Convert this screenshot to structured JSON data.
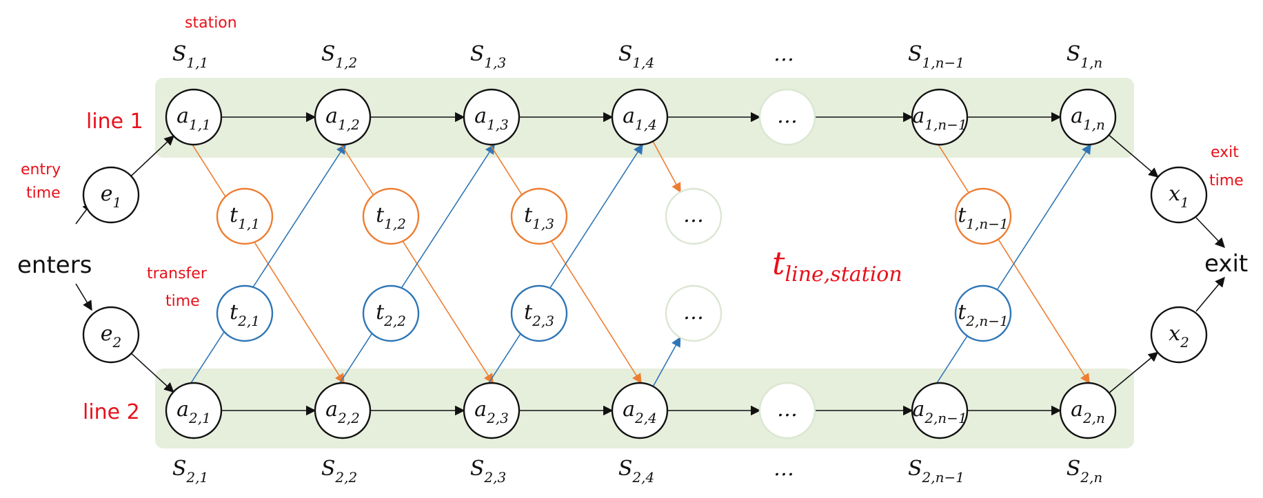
{
  "annotations": {
    "station": "station",
    "line1": "line 1",
    "line2": "line 2",
    "entry_time_1": "entry",
    "entry_time_2": "time",
    "exit_time_1": "exit",
    "exit_time_2": "time",
    "transfer_time_1": "transfer",
    "transfer_time_2": "time",
    "enters": "enters",
    "exit": "exit",
    "t_symbol": "t",
    "t_subscript": "line,station"
  },
  "stations_top": [
    {
      "main": "S",
      "sub": "1,1"
    },
    {
      "main": "S",
      "sub": "1,2"
    },
    {
      "main": "S",
      "sub": "1,3"
    },
    {
      "main": "S",
      "sub": "1,4"
    },
    {
      "main": "…",
      "sub": ""
    },
    {
      "main": "S",
      "sub": "1,n−1"
    },
    {
      "main": "S",
      "sub": "1,n"
    }
  ],
  "stations_bottom": [
    {
      "main": "S",
      "sub": "2,1"
    },
    {
      "main": "S",
      "sub": "2,2"
    },
    {
      "main": "S",
      "sub": "2,3"
    },
    {
      "main": "S",
      "sub": "2,4"
    },
    {
      "main": "…",
      "sub": ""
    },
    {
      "main": "S",
      "sub": "2,n−1"
    },
    {
      "main": "S",
      "sub": "2,n"
    }
  ],
  "line1_nodes": [
    {
      "main": "a",
      "sub": "1,1"
    },
    {
      "main": "a",
      "sub": "1,2"
    },
    {
      "main": "a",
      "sub": "1,3"
    },
    {
      "main": "a",
      "sub": "1,4"
    },
    {
      "main": "…",
      "sub": ""
    },
    {
      "main": "a",
      "sub": "1,n−1"
    },
    {
      "main": "a",
      "sub": "1,n"
    }
  ],
  "line2_nodes": [
    {
      "main": "a",
      "sub": "2,1"
    },
    {
      "main": "a",
      "sub": "2,2"
    },
    {
      "main": "a",
      "sub": "2,3"
    },
    {
      "main": "a",
      "sub": "2,4"
    },
    {
      "main": "…",
      "sub": ""
    },
    {
      "main": "a",
      "sub": "2,n−1"
    },
    {
      "main": "a",
      "sub": "2,n"
    }
  ],
  "transfer_line1": [
    {
      "main": "t",
      "sub": "1,1"
    },
    {
      "main": "t",
      "sub": "1,2"
    },
    {
      "main": "t",
      "sub": "1,3"
    },
    {
      "main": "…",
      "sub": ""
    },
    {
      "main": "t",
      "sub": "1,n−1"
    }
  ],
  "transfer_line2": [
    {
      "main": "t",
      "sub": "2,1"
    },
    {
      "main": "t",
      "sub": "2,2"
    },
    {
      "main": "t",
      "sub": "2,3"
    },
    {
      "main": "…",
      "sub": ""
    },
    {
      "main": "t",
      "sub": "2,n−1"
    }
  ],
  "entry_nodes": [
    {
      "main": "e",
      "sub": "1"
    },
    {
      "main": "e",
      "sub": "2"
    }
  ],
  "exit_nodes": [
    {
      "main": "x",
      "sub": "1"
    },
    {
      "main": "x",
      "sub": "2"
    }
  ],
  "colors": {
    "line_band": "#e6eedc",
    "orange": "#ed7d31",
    "blue": "#2e75b6",
    "red": "#e8101a",
    "black": "#111111"
  }
}
